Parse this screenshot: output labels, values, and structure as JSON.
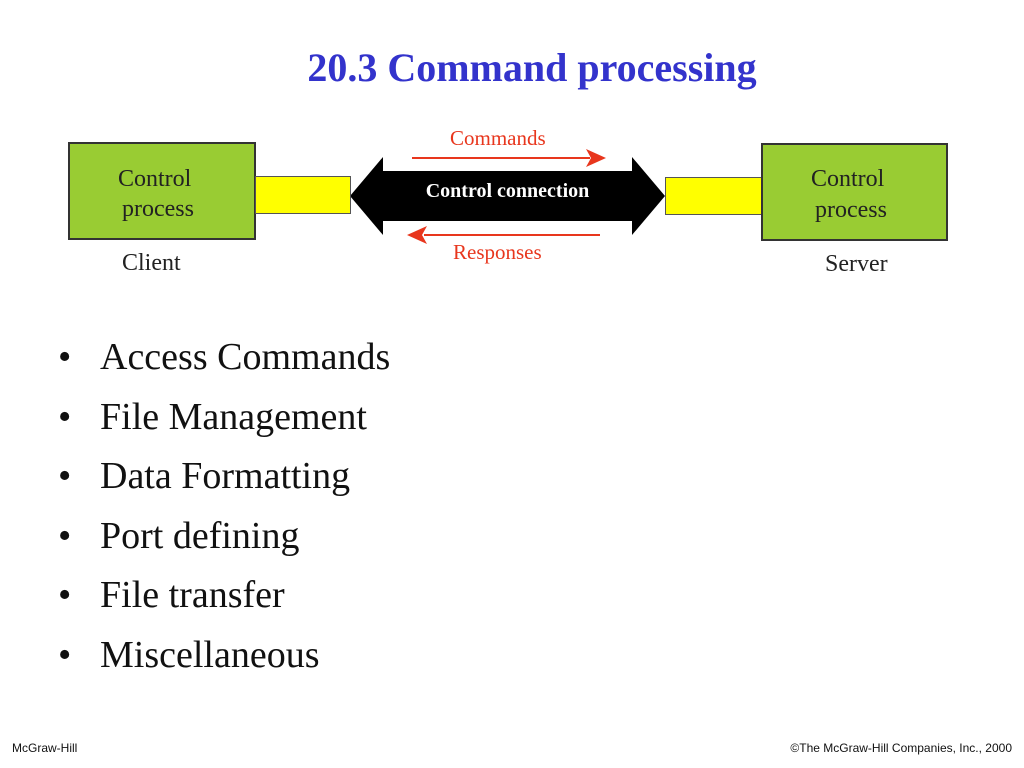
{
  "slide": {
    "title": "20.3 Command processing",
    "title_color": "#3333cc"
  },
  "diagram": {
    "client_box": {
      "line1": "Control",
      "line2": "process"
    },
    "server_box": {
      "line1": "Control",
      "line2": "process"
    },
    "client_label": "Client",
    "server_label": "Server",
    "connection_label": "Control connection",
    "commands_label": "Commands",
    "responses_label": "Responses",
    "colors": {
      "box_fill": "#99cc33",
      "connector_fill": "#ffff00",
      "arrow_red": "#e8361d",
      "connection_fill": "#000000"
    }
  },
  "bullets": [
    "Access Commands",
    "File Management",
    "Data Formatting",
    "Port defining",
    "File transfer",
    "Miscellaneous"
  ],
  "bullet_symbol": "•",
  "footer": {
    "left": "McGraw-Hill",
    "right": "©The McGraw-Hill Companies, Inc., 2000"
  }
}
